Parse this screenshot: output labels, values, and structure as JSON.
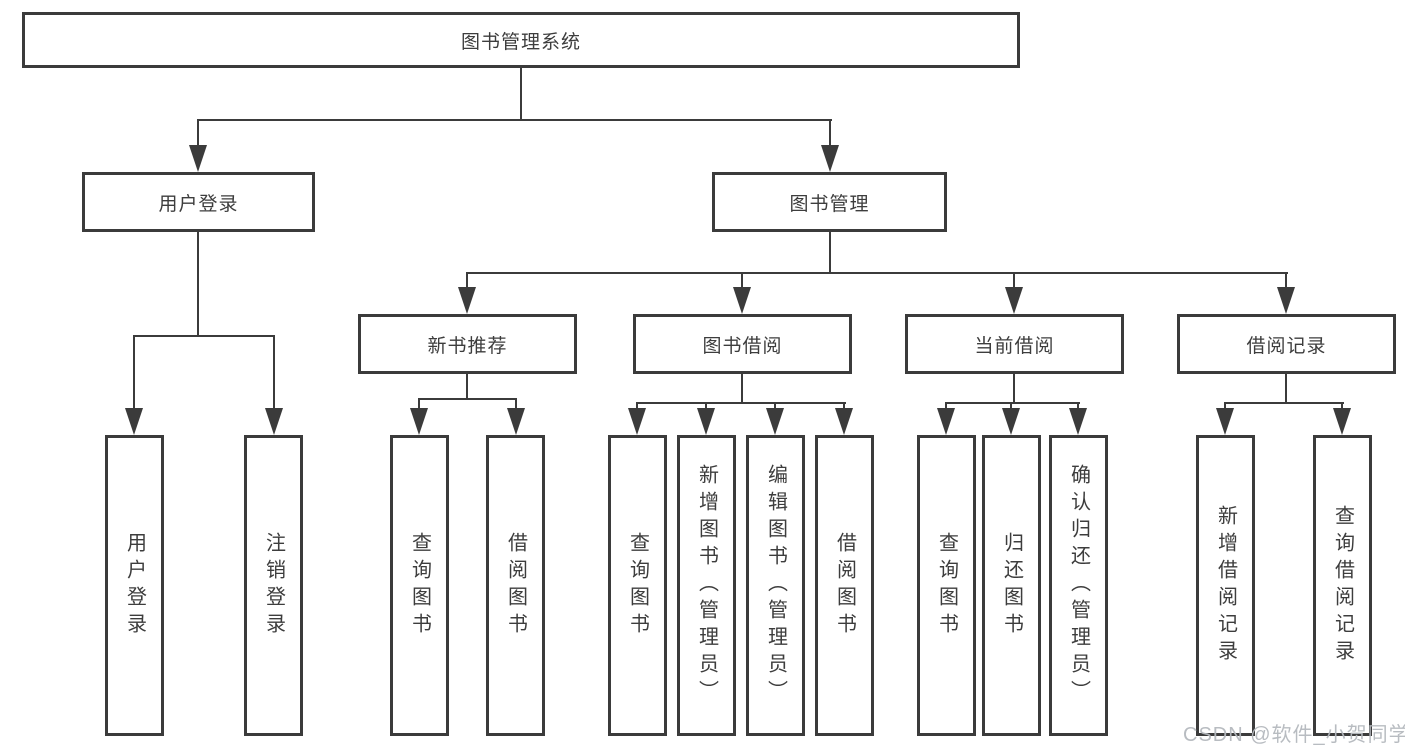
{
  "diagram": {
    "title": "图书管理系统",
    "branches": [
      {
        "label": "用户登录",
        "children": [
          {
            "label": "用户登录"
          },
          {
            "label": "注销登录"
          }
        ]
      },
      {
        "label": "图书管理",
        "children": [
          {
            "label": "新书推荐",
            "children": [
              {
                "label": "查询图书"
              },
              {
                "label": "借阅图书"
              }
            ]
          },
          {
            "label": "图书借阅",
            "children": [
              {
                "label": "查询图书"
              },
              {
                "label": "新增图书（管理员）"
              },
              {
                "label": "编辑图书（管理员）"
              },
              {
                "label": "借阅图书"
              }
            ]
          },
          {
            "label": "当前借阅",
            "children": [
              {
                "label": "查询图书"
              },
              {
                "label": "归还图书"
              },
              {
                "label": "确认归还（管理员）"
              }
            ]
          },
          {
            "label": "借阅记录",
            "children": [
              {
                "label": "新增借阅记录"
              },
              {
                "label": "查询借阅记录"
              }
            ]
          }
        ]
      }
    ]
  },
  "watermark": "CSDN @软件_小贺同学",
  "colors": {
    "line": "#3b3b3b",
    "text": "#3d3d3d",
    "watermark": "#b4b8be",
    "background": "#ffffff"
  }
}
